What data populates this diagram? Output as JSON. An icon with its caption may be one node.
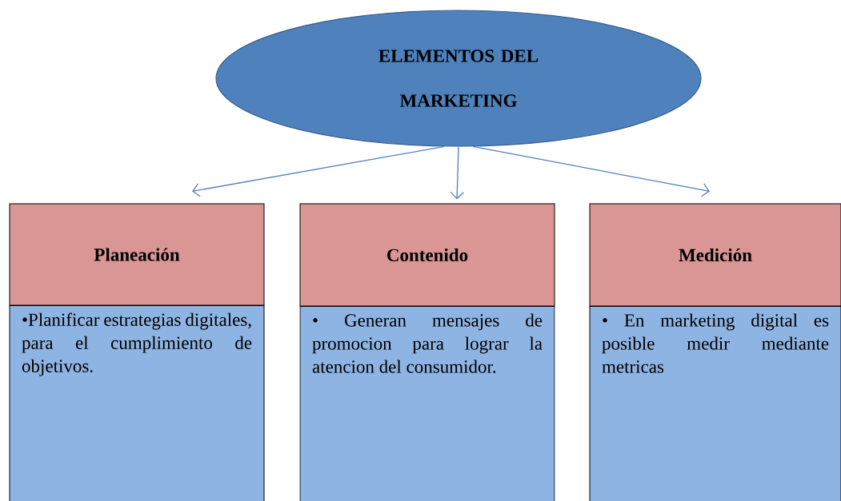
{
  "diagram": {
    "nodes": [
      {
        "text": [
          "ELEMENTOS DEL MARKETING"
        ]
      },
      {
        "text": [
          "Planeación"
        ]
      },
      {
        "text": [
          "•Planificar estrategias digitales, para el cumplimiento de objetivos."
        ]
      },
      {
        "text": [
          "Contenido"
        ]
      },
      {
        "text": [
          "• Generan mensajes de promocion para lograr la atencion del consumidor."
        ]
      },
      {
        "text": [
          "Medición"
        ]
      },
      {
        "text": [
          "• En marketing digital es posible medir mediante metricas"
        ]
      }
    ],
    "edges": [
      {
        "from": 0,
        "to": 1,
        "arrow": "to"
      },
      {
        "from": 0,
        "to": 3,
        "arrow": "to"
      },
      {
        "from": 0,
        "to": 5,
        "arrow": "to"
      }
    ]
  }
}
